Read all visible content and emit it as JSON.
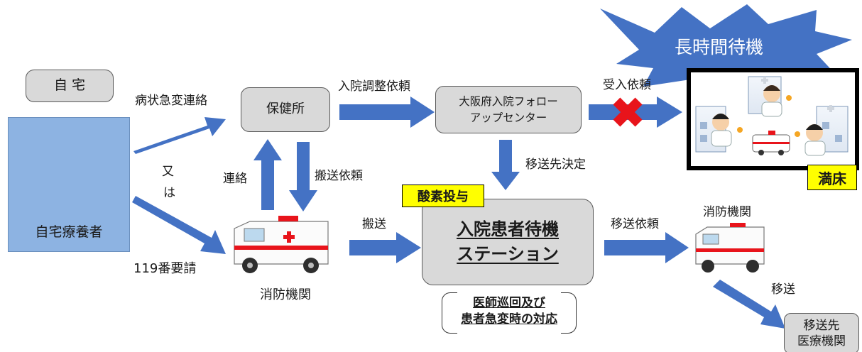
{
  "home": {
    "tag": "自 宅",
    "resident": "自宅療養者"
  },
  "edges": {
    "sudden_change": "病状急変連絡",
    "or_mata": "又",
    "or_wa": "は",
    "call_119": "119番要請",
    "contact": "連絡",
    "transport_request": "搬送依頼",
    "admission_request": "入院調整依頼",
    "accept_request": "受入依頼",
    "destination_decided": "移送先決定",
    "transport": "搬送",
    "transfer_request": "移送依頼",
    "transfer": "移送"
  },
  "nodes": {
    "health_center": "保健所",
    "follow_up_line1": "大阪府入院フォロー",
    "follow_up_line2": "アップセンター",
    "station_line1": "入院患者待機",
    "station_line2": "ステーション",
    "fire_dept_left": "消防機関",
    "fire_dept_right": "消防機関",
    "dest_line1": "移送先",
    "dest_line2": "医療機関"
  },
  "badges": {
    "long_wait": "長時間待機",
    "full_beds": "満床",
    "oxygen": "酸素投与"
  },
  "note": {
    "line1": "医師巡回及び",
    "line2": "患者急変時の対応"
  },
  "colors": {
    "arrow": "#4472c4",
    "star": "#4472c4",
    "box_fill": "#d9d9d9",
    "badge_yellow": "#ffff00",
    "cross": "#e8141b",
    "home_panel": "#8db3e2"
  }
}
